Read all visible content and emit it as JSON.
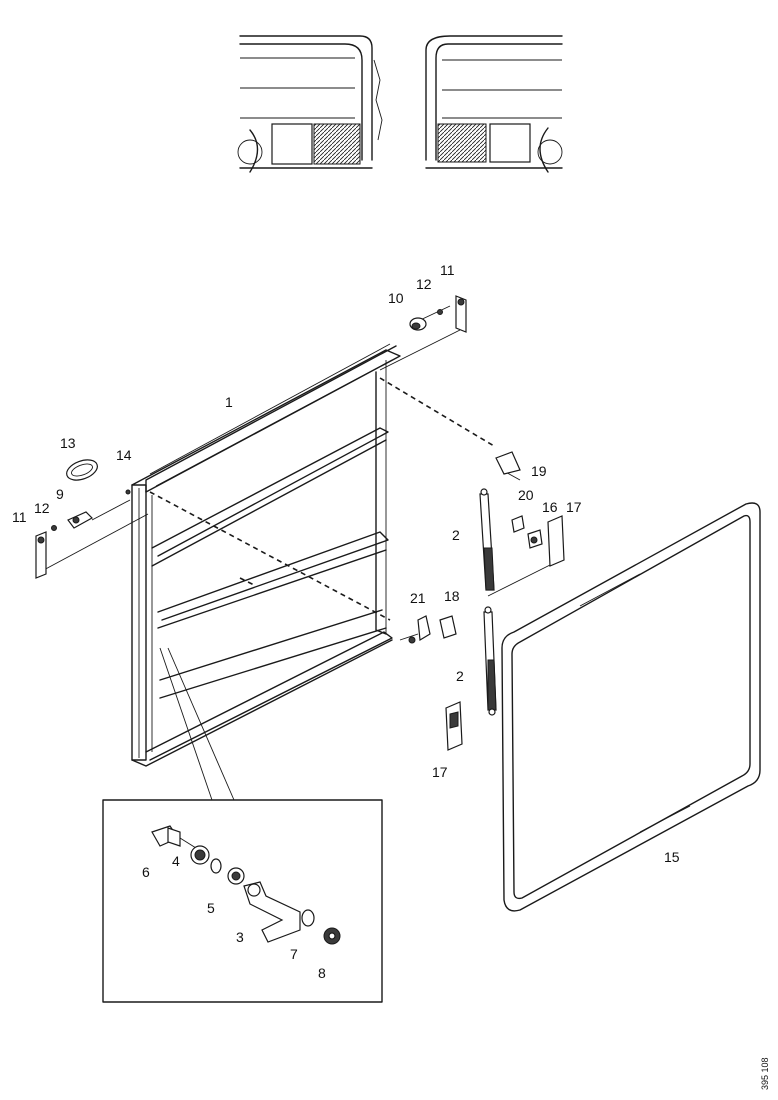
{
  "callouts": [
    {
      "id": "c1",
      "text": "1"
    },
    {
      "id": "c2a",
      "text": "2"
    },
    {
      "id": "c2b",
      "text": "2"
    },
    {
      "id": "c3",
      "text": "3"
    },
    {
      "id": "c4",
      "text": "4"
    },
    {
      "id": "c5",
      "text": "5"
    },
    {
      "id": "c6",
      "text": "6"
    },
    {
      "id": "c7",
      "text": "7"
    },
    {
      "id": "c8",
      "text": "8"
    },
    {
      "id": "c9",
      "text": "9"
    },
    {
      "id": "c10",
      "text": "10"
    },
    {
      "id": "c11a",
      "text": "11"
    },
    {
      "id": "c11b",
      "text": "11"
    },
    {
      "id": "c12a",
      "text": "12"
    },
    {
      "id": "c12b",
      "text": "12"
    },
    {
      "id": "c13",
      "text": "13"
    },
    {
      "id": "c14",
      "text": "14"
    },
    {
      "id": "c15",
      "text": "15"
    },
    {
      "id": "c16",
      "text": "16"
    },
    {
      "id": "c17a",
      "text": "17"
    },
    {
      "id": "c17b",
      "text": "17"
    },
    {
      "id": "c18",
      "text": "18"
    },
    {
      "id": "c19",
      "text": "19"
    },
    {
      "id": "c20",
      "text": "20"
    },
    {
      "id": "c21",
      "text": "21"
    }
  ],
  "drawing_code": "395 108",
  "colors": {
    "ink": "#1a1a1a",
    "background": "#ffffff"
  }
}
